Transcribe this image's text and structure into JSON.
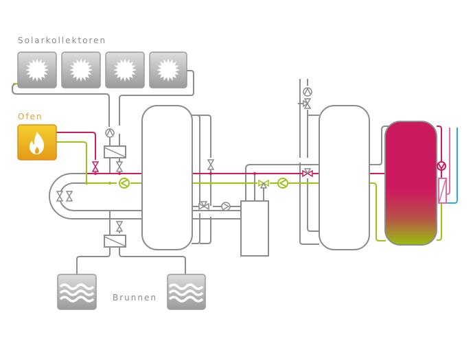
{
  "labels": {
    "solar": "Solarkollektoren",
    "oven": "Ofen",
    "wells": "Brunnen"
  },
  "colors": {
    "pipe_gray": "#8c8c8c",
    "hot_magenta": "#cc1a5e",
    "return_green": "#9cc31a",
    "light_pink": "#e06aa0",
    "cold_blue": "#2aa8e0",
    "oven_gold": "#e8a820",
    "tile_gray": "#a8a8a8"
  },
  "components": {
    "solar_collectors": 4,
    "wells": 2,
    "buffer_tanks": 2,
    "hot_water_tank": 1,
    "heat_pump_unit": 1
  }
}
